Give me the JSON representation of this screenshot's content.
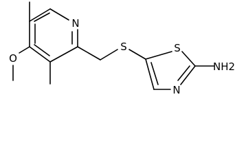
{
  "molecule": {
    "atoms": {
      "pyridine_n": "N",
      "methoxy_o": "O",
      "thioether_s": "S",
      "thiazole_s": "S",
      "thiazole_n": "N",
      "amine": "NH2"
    }
  }
}
